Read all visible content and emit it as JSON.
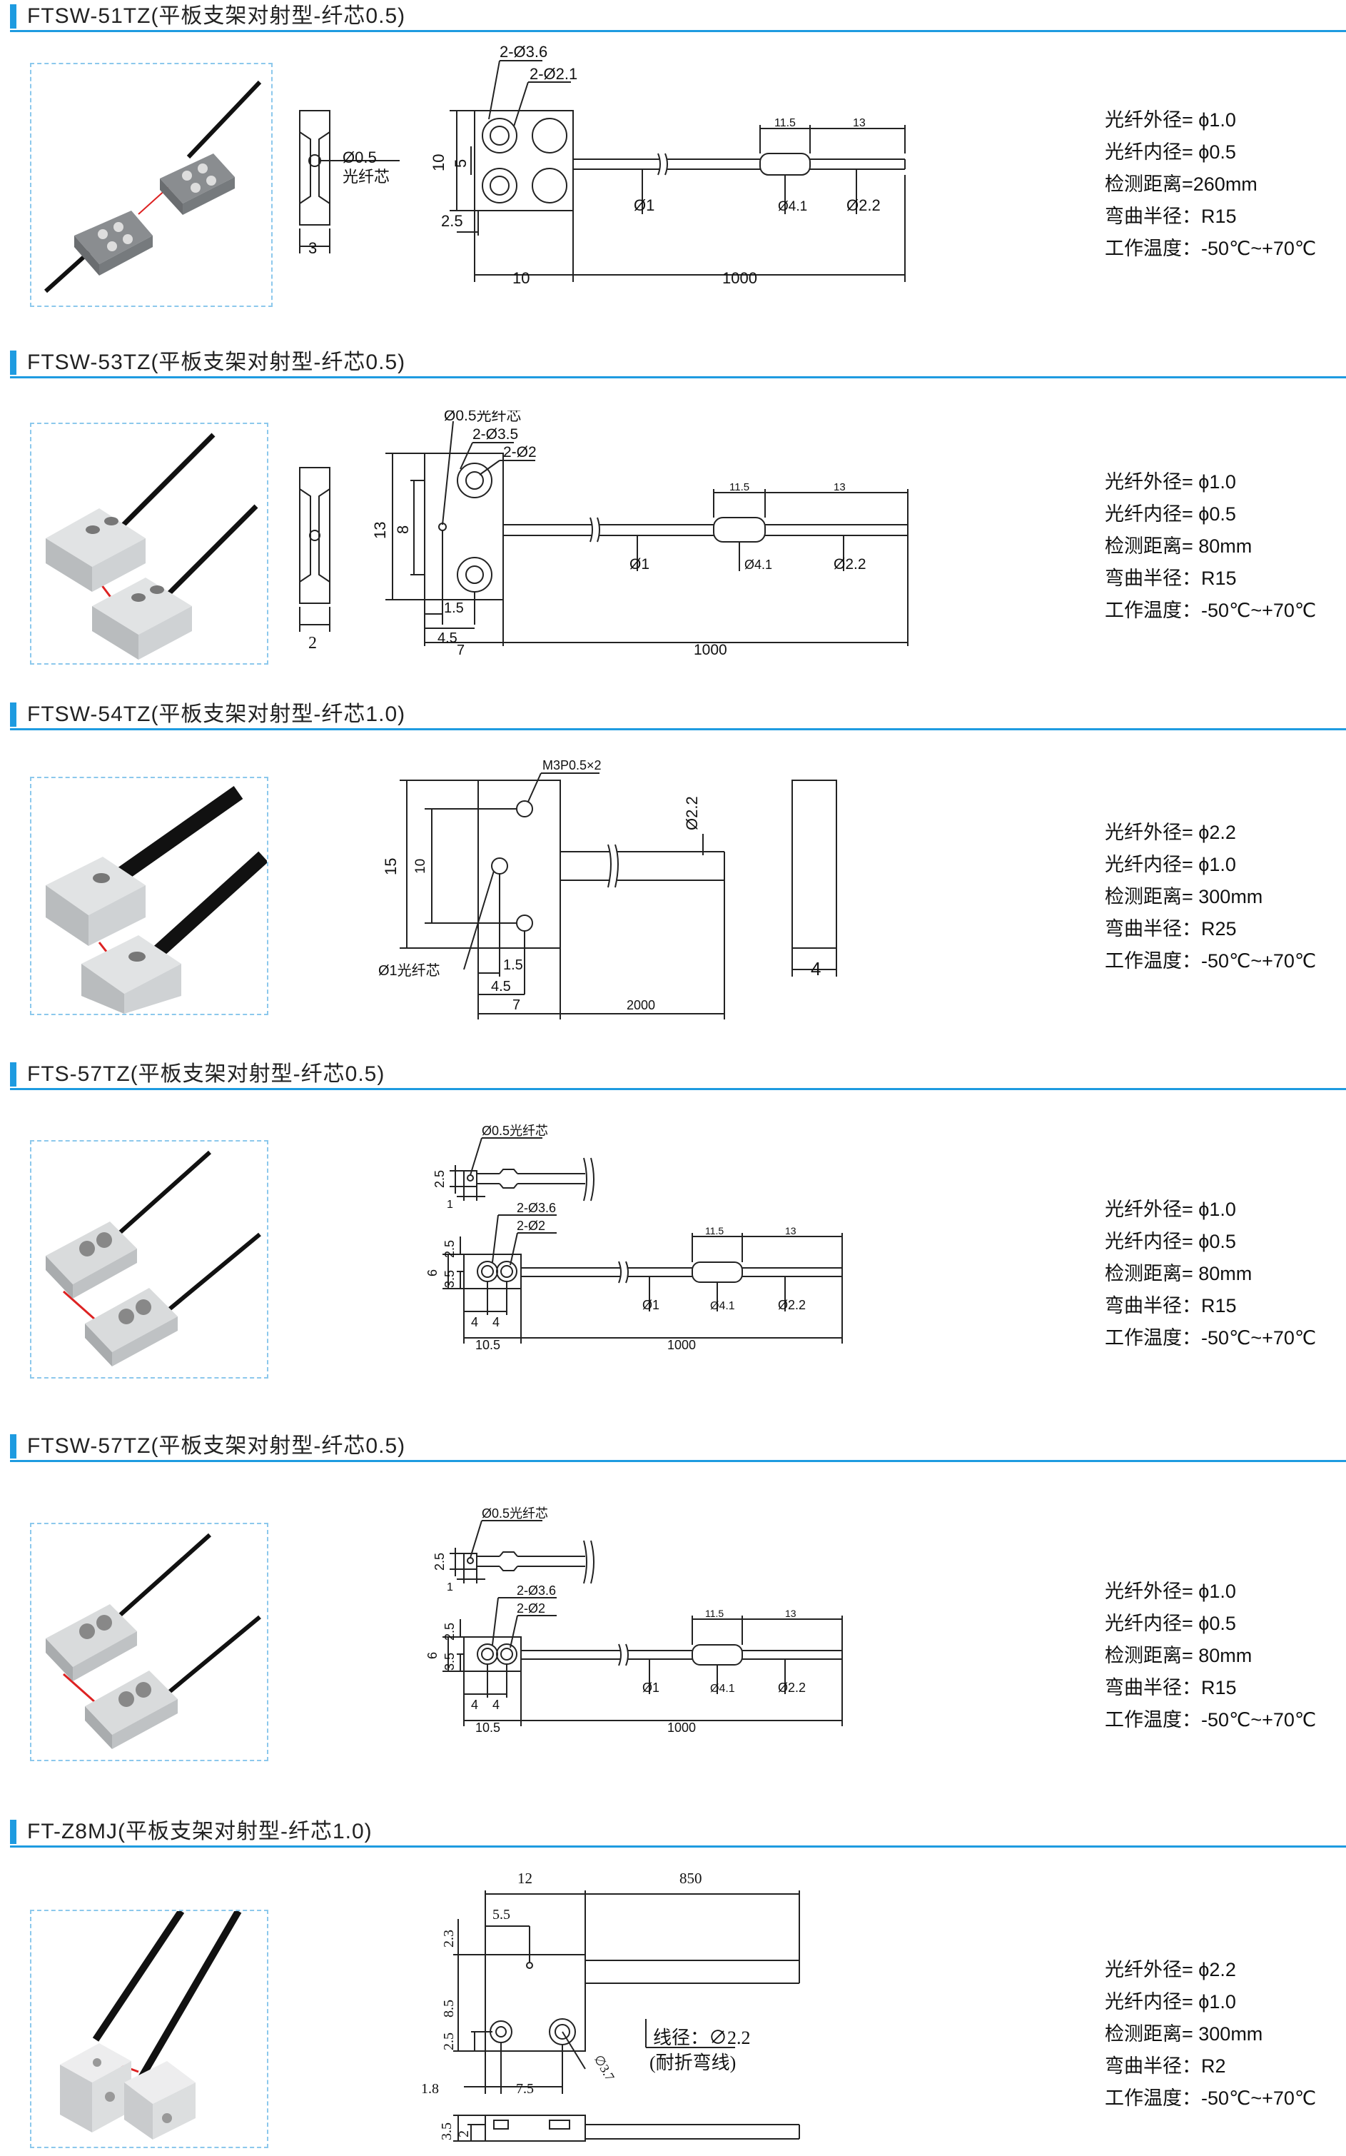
{
  "sections": [
    {
      "title": "FTSW-51TZ(平板支架对射型-纤芯0.5)",
      "drawing": {
        "labels": [
          "2-Ø3.6",
          "2-Ø2.1",
          "Ø0.5",
          "光纤芯",
          "10",
          "5",
          "3",
          "2.5",
          "10",
          "1000",
          "Ø1",
          "11.5",
          "13",
          "Ø4.1",
          "Ø2.2"
        ]
      },
      "specs": [
        "光纤外径= ϕ1.0",
        "光纤内径= ϕ0.5",
        "检测距离=260mm",
        "弯曲半径：R15",
        "工作温度：-50℃~+70℃"
      ]
    },
    {
      "title": "FTSW-53TZ(平板支架对射型-纤芯0.5)",
      "drawing": {
        "labels": [
          "Ø0.5光纤芯",
          "2-Ø3.5",
          "2-Ø2",
          "13",
          "8",
          "1.5",
          "4.5",
          "7",
          "1000",
          "Ø1",
          "11.5",
          "13",
          "Ø4.1",
          "Ø2.2",
          "2"
        ]
      },
      "specs": [
        "光纤外径= ϕ1.0",
        "光纤内径= ϕ0.5",
        "检测距离= 80mm",
        "弯曲半径：R15",
        "工作温度：-50℃~+70℃"
      ]
    },
    {
      "title": "FTSW-54TZ(平板支架对射型-纤芯1.0)",
      "drawing": {
        "labels": [
          "M3P0.5×2",
          "Ø2.2",
          "15",
          "10",
          "Ø1光纤芯",
          "1.5",
          "4.5",
          "7",
          "2000",
          "4"
        ]
      },
      "specs": [
        "光纤外径= ϕ2.2",
        "光纤内径= ϕ1.0",
        "检测距离= 300mm",
        "弯曲半径：R25",
        "工作温度：-50℃~+70℃"
      ]
    },
    {
      "title": "FTS-57TZ(平板支架对射型-纤芯0.5)",
      "drawing": {
        "labels": [
          "Ø0.5光纤芯",
          "2.5",
          "1",
          "2-Ø3.6",
          "2-Ø2",
          "2.5",
          "6",
          "3.5",
          "4",
          "4",
          "10.5",
          "1000",
          "11.5",
          "13",
          "Ø1",
          "Ø4.1",
          "Ø2.2"
        ]
      },
      "specs": [
        "光纤外径= ϕ1.0",
        "光纤内径= ϕ0.5",
        "检测距离= 80mm",
        "弯曲半径：R15",
        "工作温度：-50℃~+70℃"
      ]
    },
    {
      "title": "FTSW-57TZ(平板支架对射型-纤芯0.5)",
      "drawing": {
        "labels": [
          "Ø0.5光纤芯",
          "2.5",
          "1",
          "2-Ø3.6",
          "2-Ø2",
          "2.5",
          "6",
          "3.5",
          "4",
          "4",
          "10.5",
          "1000",
          "11.5",
          "13",
          "Ø1",
          "Ø4.1",
          "Ø2.2"
        ]
      },
      "specs": [
        "光纤外径= ϕ1.0",
        "光纤内径= ϕ0.5",
        "检测距离= 80mm",
        "弯曲半径：R15",
        "工作温度：-50℃~+70℃"
      ]
    },
    {
      "title": "FT-Z8MJ(平板支架对射型-纤芯1.0)",
      "drawing": {
        "labels": [
          "12",
          "850",
          "2.3",
          "5.5",
          "8.5",
          "2.5",
          "∅3.7",
          "线径：∅2.2",
          "(耐折弯线)",
          "1.8",
          "7.5",
          "3.5",
          "2"
        ]
      },
      "specs": [
        "光纤外径= ϕ2.2",
        "光纤内径= ϕ1.0",
        "检测距离= 300mm",
        "弯曲半径：R2",
        "工作温度：-50℃~+70℃"
      ]
    }
  ]
}
